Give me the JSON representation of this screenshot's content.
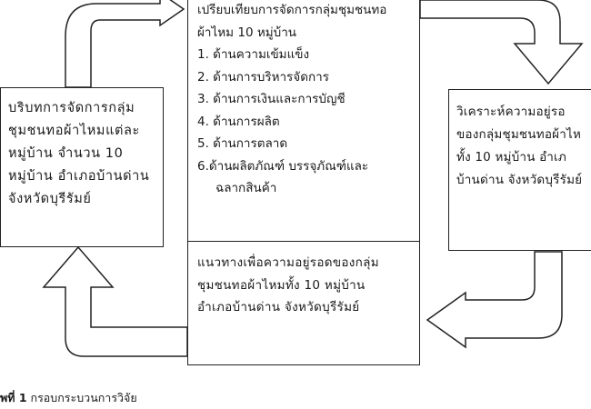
{
  "left_box": {
    "lines": [
      "บริบทการจัดการกลุ่ม",
      "ชุมชนทอผ้าไหมแต่ละ",
      "หมู่บ้าน จำนวน 10",
      "หมู่บ้าน อำเภอบ้านด่าน",
      "จังหวัดบุรีรัมย์"
    ]
  },
  "center_box": {
    "top_lines": [
      "เปรียบเทียบการจัดการกลุ่มชุมชนทอ",
      "ผ้าไหม 10 หมู่บ้าน",
      "1. ด้านความเข้มแข็ง",
      "2. ด้านการบริหารจัดการ",
      "3. ด้านการเงินและการบัญชี",
      "4. ด้านการผลิต",
      "5. ด้านการตลาด",
      "6.ด้านผลิตภัณฑ์ บรรจุภัณฑ์และ",
      "ฉลากสินค้า"
    ],
    "bottom_lines": [
      "แนวทางเพื่อความอยู่รอดของกลุ่ม",
      "ชุมชนทอผ้าไหมทั้ง 10 หมู่บ้าน",
      "อำเภอบ้านด่าน จังหวัดบุรีรัมย์"
    ]
  },
  "right_box": {
    "lines": [
      "วิเคราะห์ความอยู่รอ",
      "ของกลุ่มชุมชนทอผ้าไห",
      "ทั้ง 10 หมู่บ้าน อำเภ",
      "บ้านด่าน จังหวัดบุรีรัมย์"
    ]
  },
  "caption": {
    "label": "พที่ 1",
    "text": "กรอบกระบวนการวิจัย"
  },
  "colors": {
    "stroke": "#222222",
    "fill": "#ffffff",
    "text": "#1a1a1a"
  }
}
